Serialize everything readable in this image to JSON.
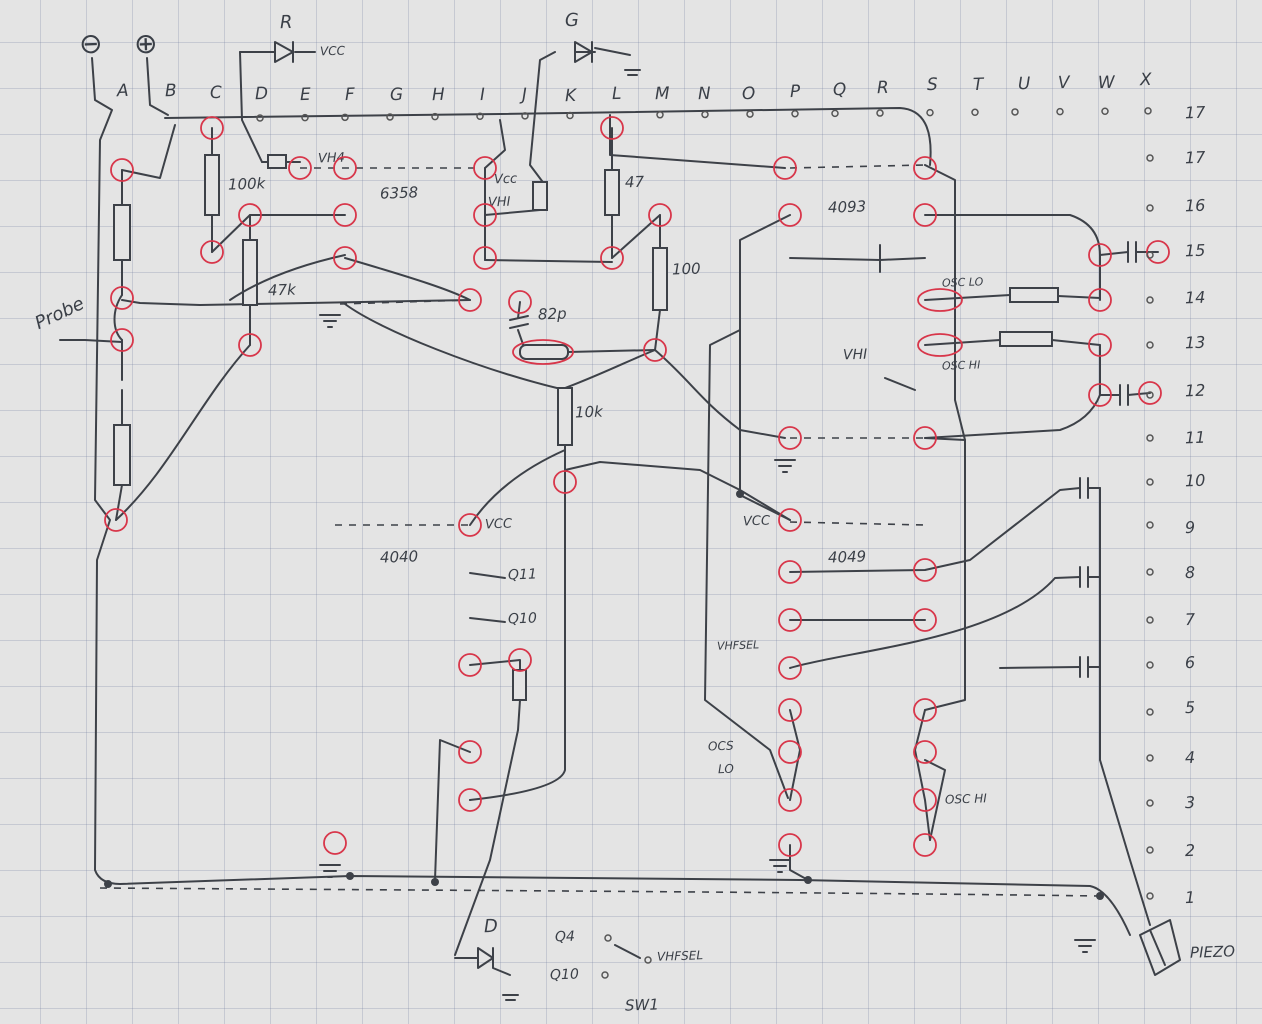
{
  "terminals": {
    "minus": "⊖",
    "plus": "⊕"
  },
  "columns": [
    "A",
    "B",
    "C",
    "D",
    "E",
    "F",
    "G",
    "H",
    "I",
    "J",
    "K",
    "L",
    "M",
    "N",
    "O",
    "P",
    "Q",
    "R",
    "S",
    "T",
    "U",
    "V",
    "W",
    "X"
  ],
  "rows": [
    "17",
    "17",
    "16",
    "15",
    "14",
    "13",
    "12",
    "11",
    "10",
    "9",
    "8",
    "7",
    "6",
    "5",
    "4",
    "3",
    "2",
    "1"
  ],
  "leds": {
    "red": "R",
    "green": "G",
    "blue": "D"
  },
  "ic_labels": {
    "opamp": "6358",
    "trigger": "4093",
    "counter": "4040",
    "inverter": "4049"
  },
  "components": {
    "r_100k": "100k",
    "r_47k": "47k",
    "r_47": "47",
    "r_100": "100",
    "c_82p": "82p",
    "r_10k": "10k"
  },
  "net_labels": {
    "vcc": "VCC",
    "vcc_led": "VCC",
    "vhalf": "VH4",
    "vcc_opamp": "Vcc",
    "vh_opamp": "VHI",
    "vcc_4040": "VCC",
    "vcc_4049": "VCC",
    "vhi": "VHI",
    "vhfsel": "VHFSEL",
    "osc_lo": "OSC LO",
    "osc_hi": "OSC HI",
    "osc_lo_bottom_1": "OCS",
    "osc_lo_bottom_2": "LO",
    "osc_hi_bottom": "OSC HI",
    "probe": "Probe",
    "piezo": "PIEZO",
    "q11": "Q11",
    "q10": "Q10",
    "sw_q4": "Q4",
    "sw_q10": "Q10",
    "sw_vhfsel": "VHFSEL",
    "switch": "SW1"
  }
}
